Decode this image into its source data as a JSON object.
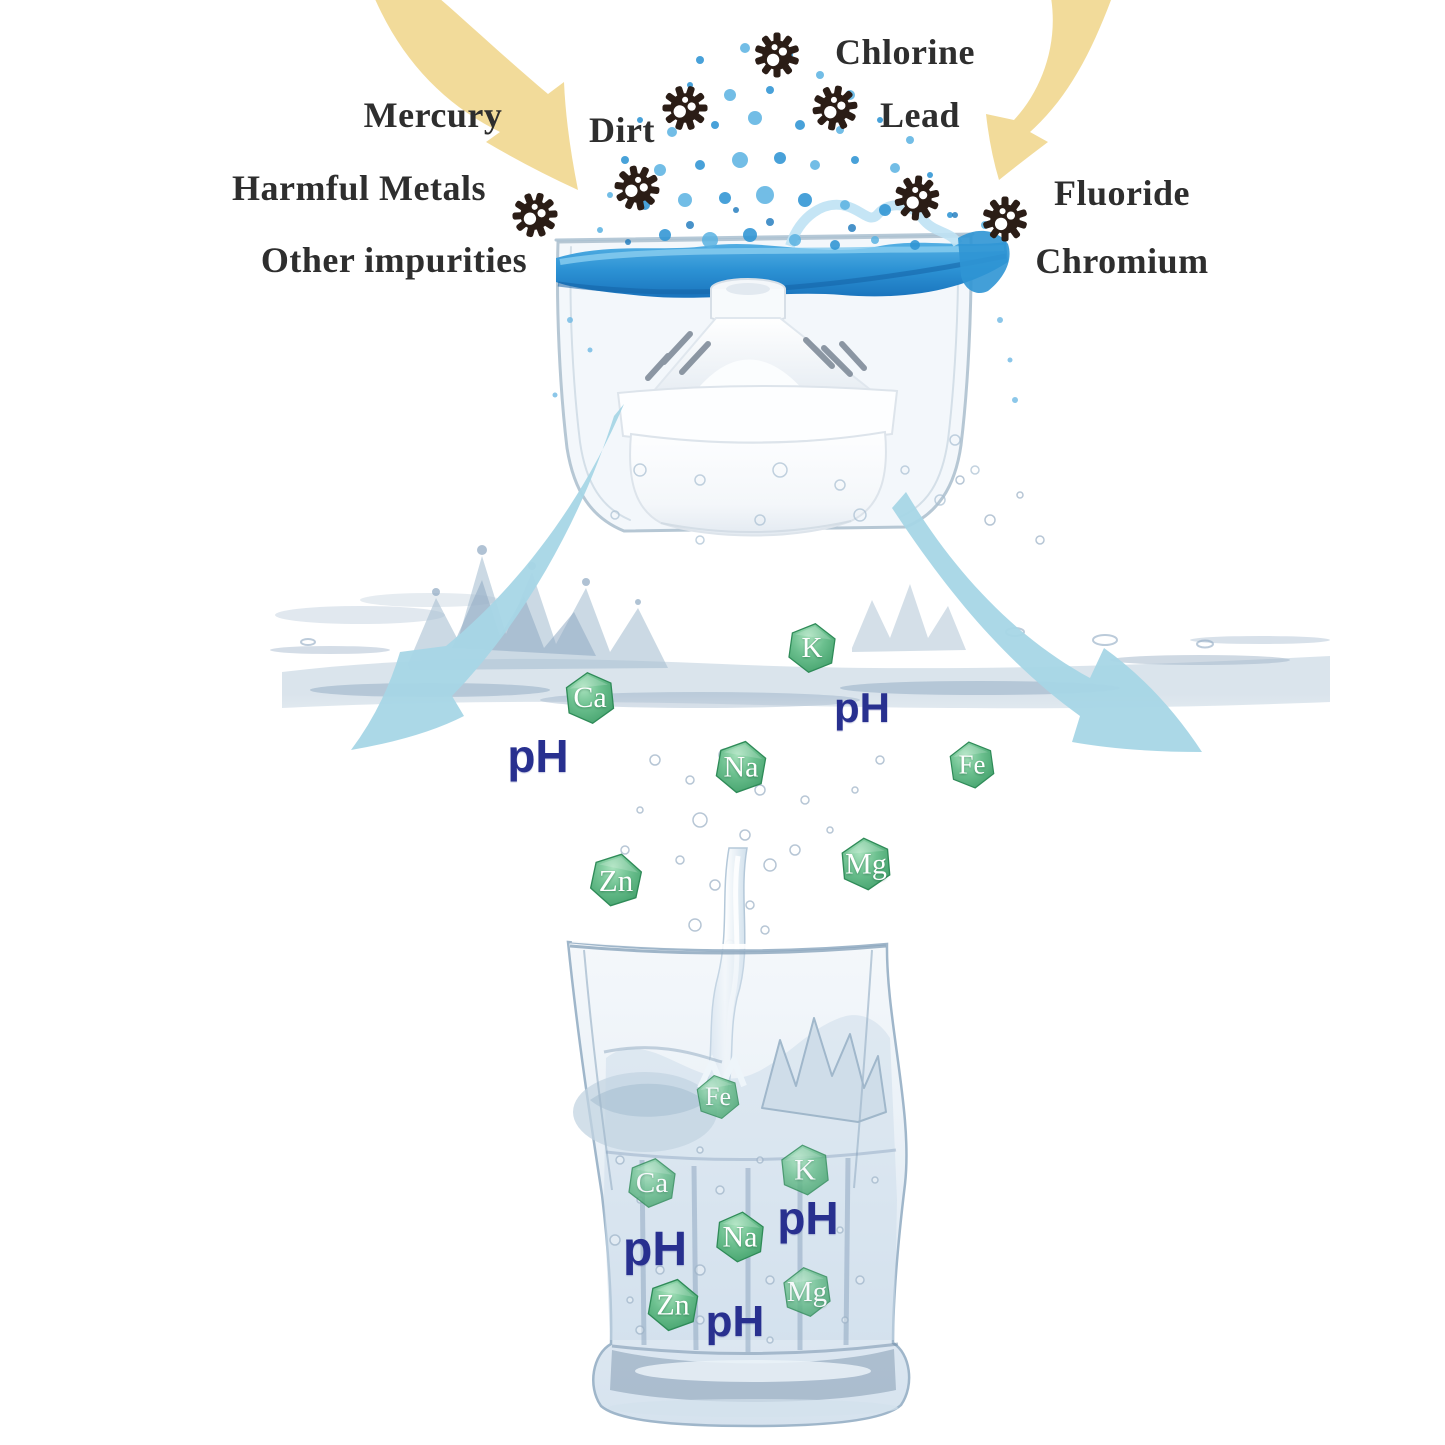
{
  "impurities": {
    "items": [
      {
        "id": "mercury",
        "label": "Mercury"
      },
      {
        "id": "dirt",
        "label": "Dirt"
      },
      {
        "id": "chlorine",
        "label": "Chlorine"
      },
      {
        "id": "lead",
        "label": "Lead"
      },
      {
        "id": "harmful-metals",
        "label": "Harmful Metals"
      },
      {
        "id": "fluoride",
        "label": "Fluoride"
      },
      {
        "id": "other-impurities",
        "label": "Other impurities"
      },
      {
        "id": "chromium",
        "label": "Chromium"
      }
    ],
    "gear_icon_count": 7,
    "icon": "gear-icon"
  },
  "minerals": {
    "ph_label": "pH",
    "falling": [
      {
        "symbol": "K"
      },
      {
        "symbol": "Ca"
      },
      {
        "symbol": "Na"
      },
      {
        "symbol": "Fe"
      },
      {
        "symbol": "Zn"
      },
      {
        "symbol": "Mg"
      }
    ],
    "in_glass": [
      {
        "symbol": "Fe"
      },
      {
        "symbol": "Ca"
      },
      {
        "symbol": "K"
      },
      {
        "symbol": "Na"
      },
      {
        "symbol": "Mg"
      },
      {
        "symbol": "Zn"
      }
    ]
  },
  "colors": {
    "background": "#ffffff",
    "arrow_yellow": "#f2db9a",
    "arrow_teal": "#a7d6e6",
    "gear_black": "#2b1d16",
    "label_dark": "#2e2e2e",
    "ph_navy": "#28308f",
    "hex_green_light": "#a8e2bd",
    "hex_green_dark": "#3f9e68",
    "water_blue": "#2994d8",
    "water_gray_blue": "#9fb4c8"
  }
}
